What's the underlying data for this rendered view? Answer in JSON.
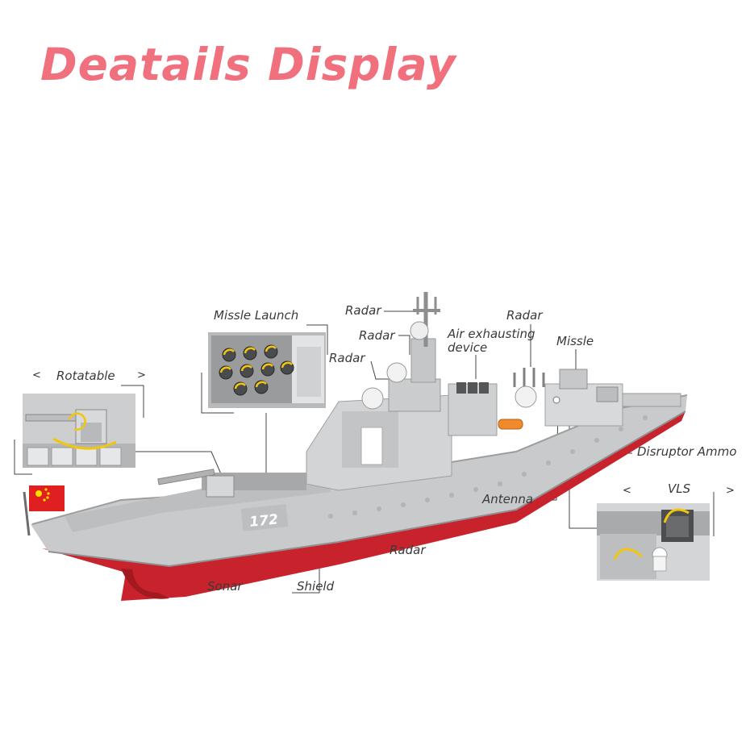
{
  "headline": "Deatails Display",
  "callouts": {
    "rotatable": "Rotatable",
    "missle_launch": "Missle Launch",
    "radar_top": "Radar",
    "radar_second": "Radar",
    "radar_left": "Radar",
    "air_exhausting_line1": "Air exhausting",
    "air_exhausting_line2": "device",
    "radar_right": "Radar",
    "missle": "Missle",
    "disruptor_ammo": "Disruptor Ammo",
    "vls": "VLS",
    "antenna": "Antenna",
    "radar_bottom": "Radar",
    "sonar": "Sonar",
    "shield": "Shield"
  },
  "hull_number": "172",
  "nav": {
    "prev": "<",
    "next": ">"
  },
  "colors": {
    "headline": "#f0707e",
    "hull_grey": "#c8c9cb",
    "hull_red": "#c8232c",
    "flag_red": "#e02020",
    "flag_star": "#ffde00"
  }
}
